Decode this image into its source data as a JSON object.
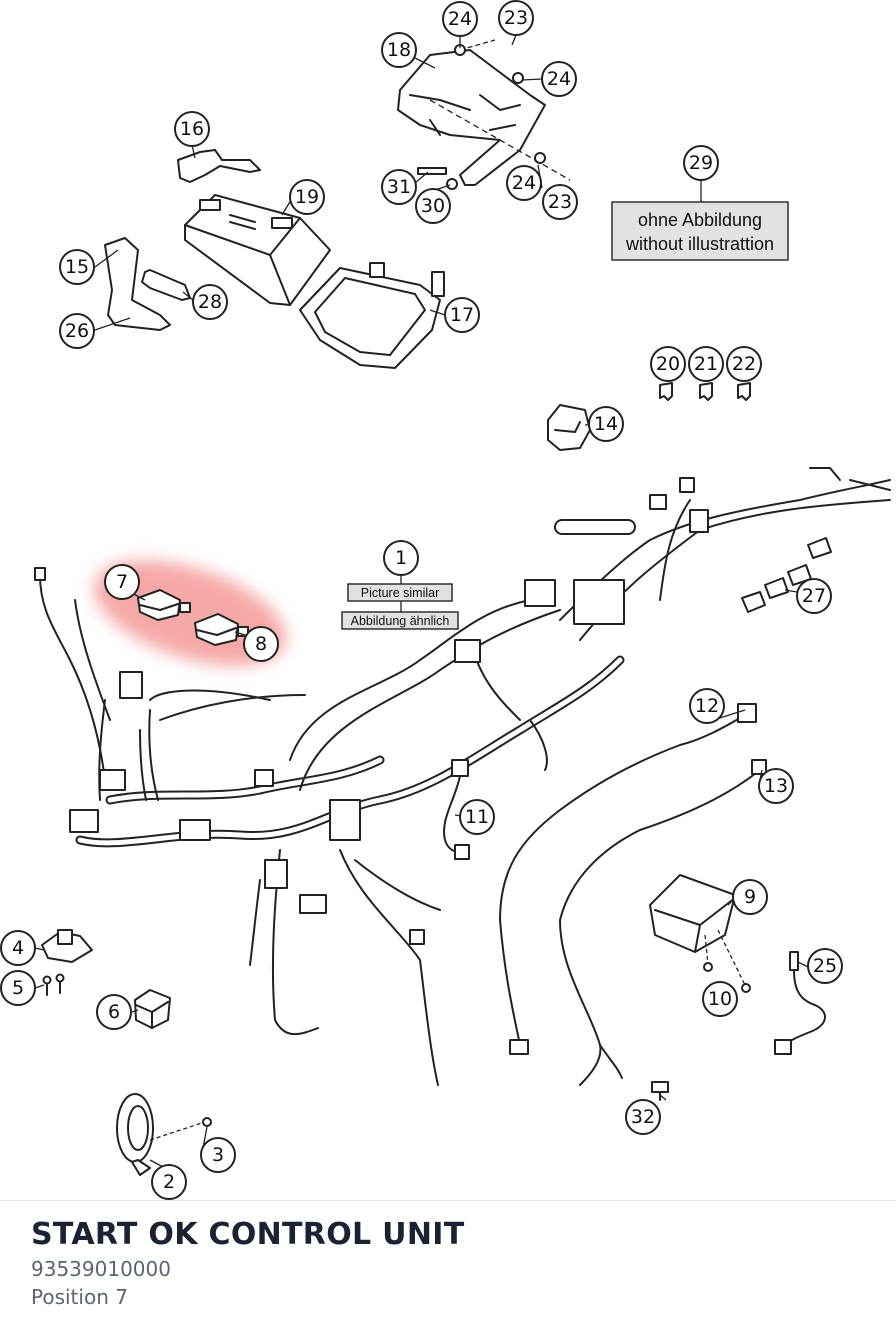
{
  "diagram": {
    "callouts": [
      "1",
      "2",
      "3",
      "4",
      "5",
      "6",
      "7",
      "8",
      "9",
      "10",
      "11",
      "12",
      "13",
      "14",
      "15",
      "16",
      "17",
      "18",
      "19",
      "20",
      "21",
      "22",
      "23",
      "24",
      "25",
      "26",
      "27",
      "28",
      "29",
      "30",
      "31",
      "32"
    ],
    "label_29_line1": "ohne Abbildung",
    "label_29_line2": "without illustrattion",
    "label_1_line1": "Picture similar",
    "label_1_line2": "Abbildung ähnlich",
    "highlight_color": "#f28b8b"
  },
  "footer": {
    "title": "START OK CONTROL UNIT",
    "part_number": "93539010000",
    "position": "Position 7"
  }
}
